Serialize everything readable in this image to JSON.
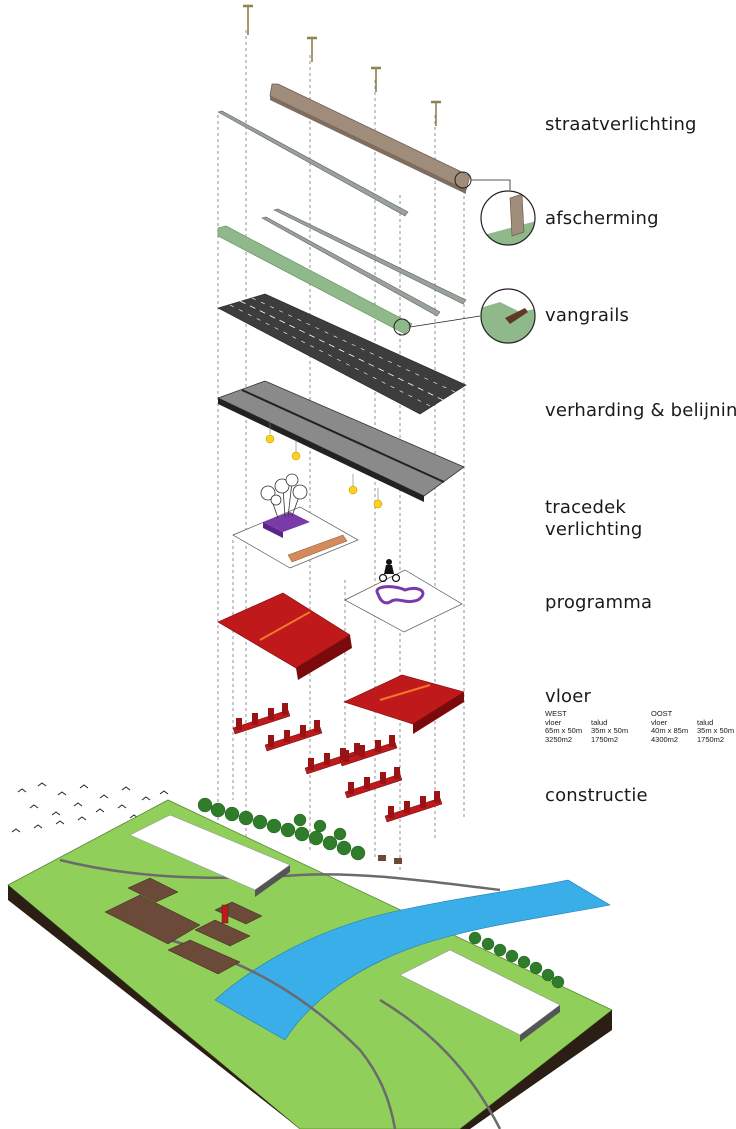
{
  "labels": {
    "straatverlichting": "straatverlichting",
    "afscherming": "afscherming",
    "vangrails": "vangrails",
    "verharding": "verharding & belijning",
    "tracedek_line1": "tracedek",
    "tracedek_line2": "verlichting",
    "programma": "programma",
    "vloer": "vloer",
    "constructie": "constructie"
  },
  "vloer_stats": {
    "west": {
      "header": "WEST",
      "vloer": {
        "label": "vloer",
        "dims": "65m x 50m",
        "area": "3250m2"
      },
      "talud": {
        "label": "talud",
        "dims": "35m x 50m",
        "area": "1750m2"
      }
    },
    "oost": {
      "header": "OOST",
      "vloer": {
        "label": "vloer",
        "dims": "40m x 85m",
        "area": "4300m2"
      },
      "talud": {
        "label": "talud",
        "dims": "35m x 50m",
        "area": "1750m2"
      }
    }
  },
  "colors": {
    "grass": "#8fcf5a",
    "water": "#3aaee8",
    "floor_red": "#c0191b",
    "road_dark": "#3d3d3d",
    "road_grey": "#8a8a8a",
    "barrier_green": "#8fb98a",
    "screen_brown": "#a08c7a",
    "building_brown": "#6b4a3a",
    "tree_green": "#2f7d2a",
    "lamp_yellow": "#ffd21a",
    "program_purple": "#7a3aa8",
    "ground_dark": "#2b1e14"
  }
}
